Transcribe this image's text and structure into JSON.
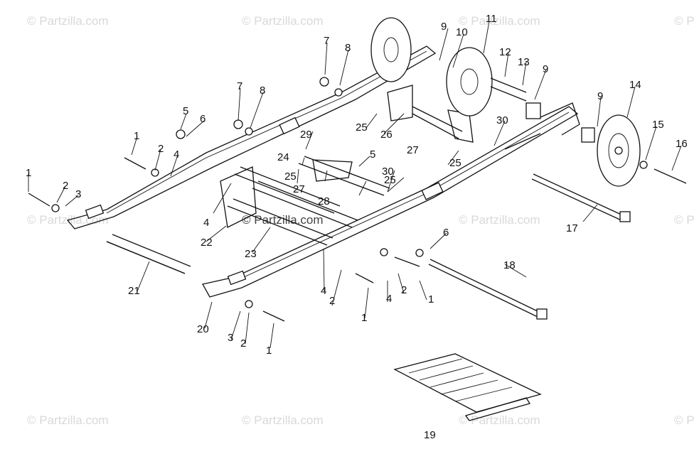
{
  "watermark": "© Partzilla.com",
  "watermark_edge": "© P",
  "callouts": [
    "1",
    "1",
    "1",
    "1",
    "1",
    "2",
    "2",
    "2",
    "2",
    "2",
    "3",
    "3",
    "4",
    "4",
    "4",
    "4",
    "5",
    "5",
    "6",
    "6",
    "7",
    "7",
    "8",
    "8",
    "9",
    "9",
    "9",
    "10",
    "11",
    "12",
    "13",
    "14",
    "15",
    "16",
    "17",
    "18",
    "19",
    "20",
    "21",
    "22",
    "23",
    "24",
    "25",
    "25",
    "25",
    "25",
    "26",
    "27",
    "27",
    "28",
    "29",
    "30",
    "30"
  ]
}
